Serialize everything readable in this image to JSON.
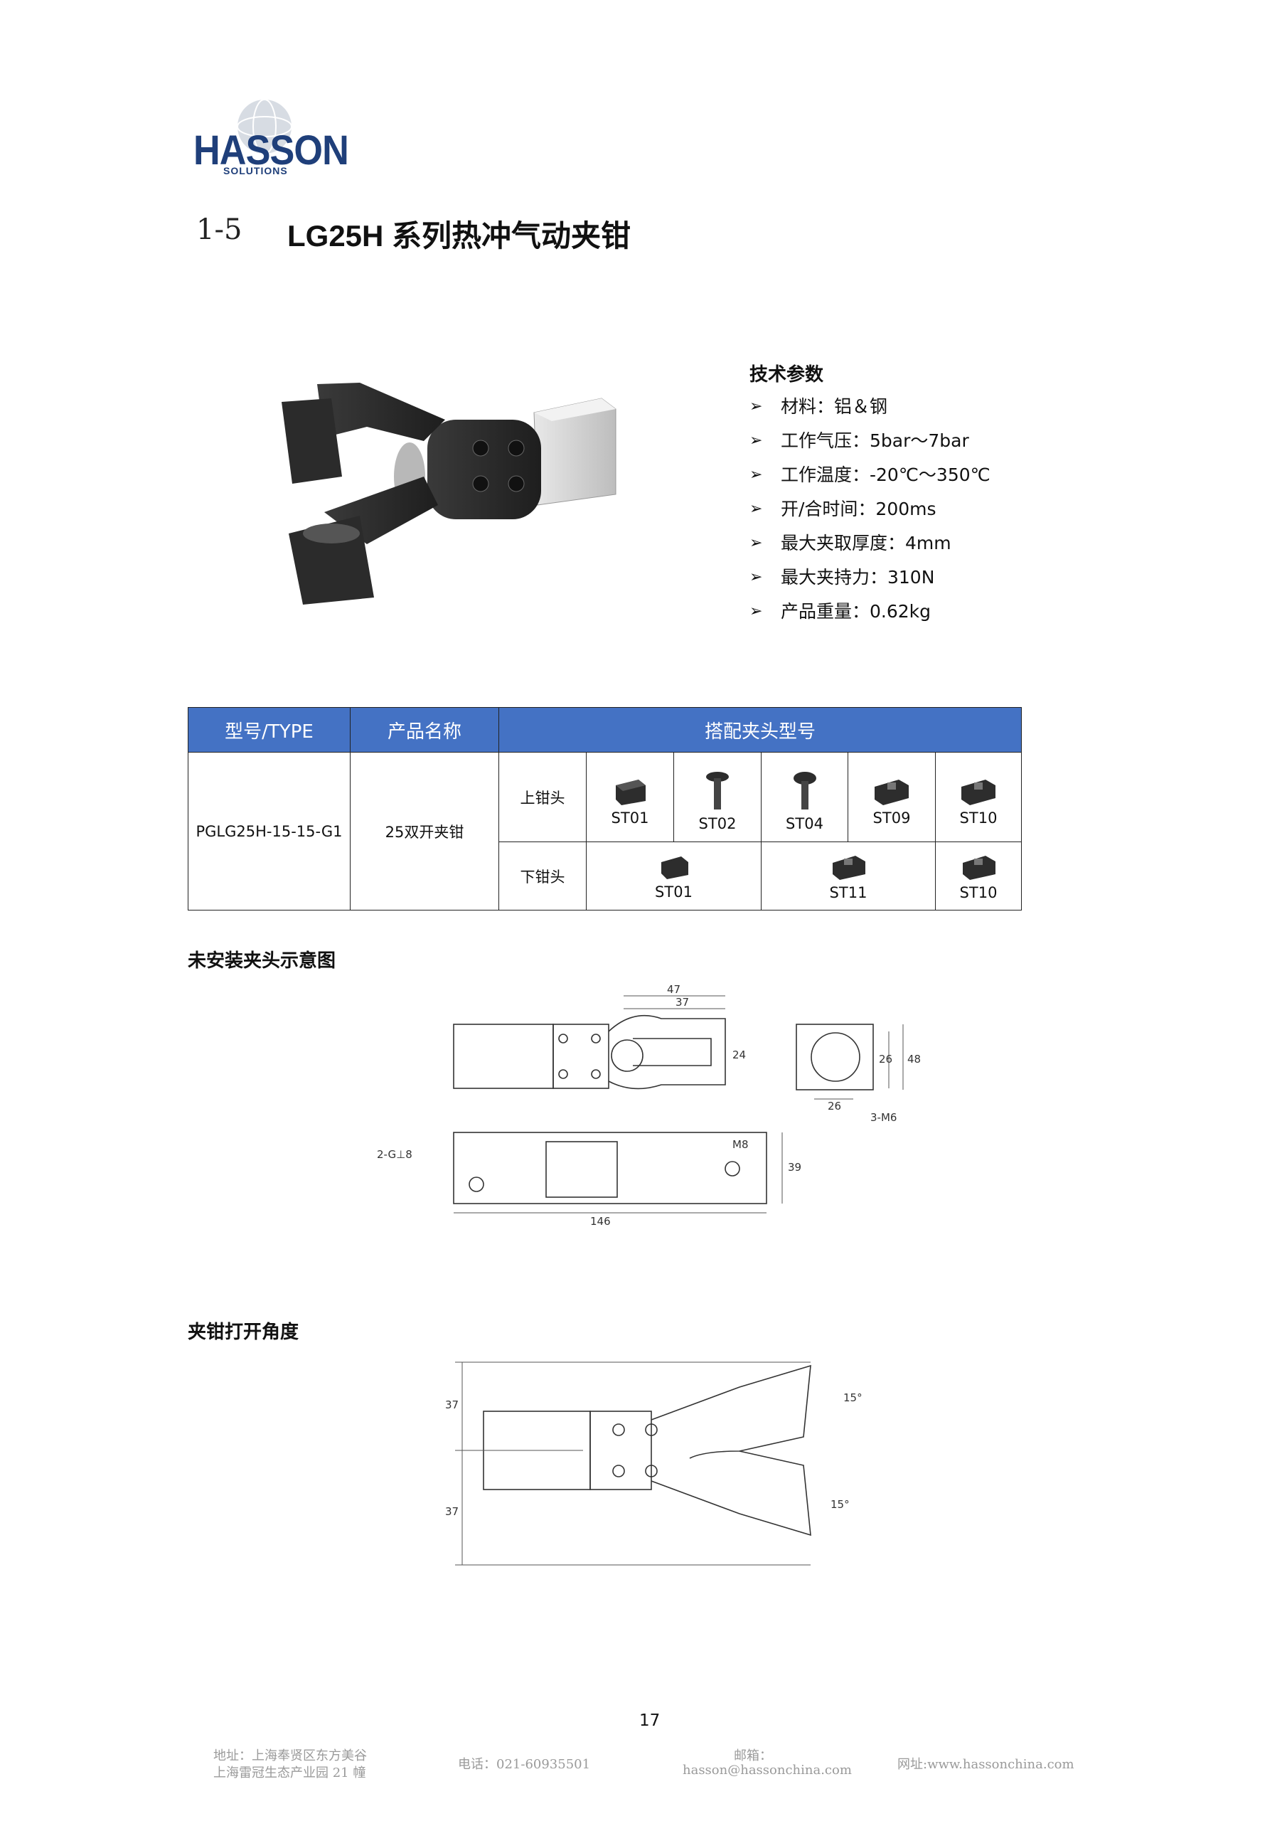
{
  "logo": {
    "name": "HASSON",
    "sub": "SOLUTIONS"
  },
  "title": {
    "number": "1-5",
    "text": "LG25H 系列热冲气动夹钳"
  },
  "specs": {
    "heading": "技术参数",
    "items": [
      "材料：铝＆钢",
      "工作气压：5bar～7bar",
      "工作温度：-20℃～350℃",
      "开/合时间：200ms",
      "最大夹取厚度：4mm",
      "最大夹持力：310N",
      "产品重量：0.62kg"
    ]
  },
  "table": {
    "headers": [
      "型号/TYPE",
      "产品名称",
      "搭配夹头型号"
    ],
    "model": "PGLG25H-15-15-G1",
    "product": "25双开夹钳",
    "upper_label": "上钳头",
    "lower_label": "下钳头",
    "upper_items": [
      "ST01",
      "ST02",
      "ST04",
      "ST09",
      "ST10"
    ],
    "lower_items": [
      "ST01",
      "ST11",
      "ST10"
    ]
  },
  "section1": {
    "heading": "未安装夹头示意图",
    "dims": [
      "47",
      "37",
      "24",
      "26",
      "48",
      "26",
      "3-M6",
      "M8",
      "2-G⊥8",
      "39",
      "146"
    ]
  },
  "section2": {
    "heading": "夹钳打开角度",
    "dims": [
      "37",
      "37",
      "15°",
      "15°"
    ]
  },
  "page_number": "17",
  "footer": {
    "address_line1": "地址：上海奉贤区东方美谷",
    "address_line2": "上海雷冠生态产业园 21 幢",
    "phone": "电话：021-60935501",
    "email_label": "邮箱：",
    "email": "hasson@hassonchina.com",
    "website": "网址:www.hassonchina.com"
  },
  "colors": {
    "header_bg": "#4472c4",
    "logo_blue": "#1f3f7a"
  }
}
